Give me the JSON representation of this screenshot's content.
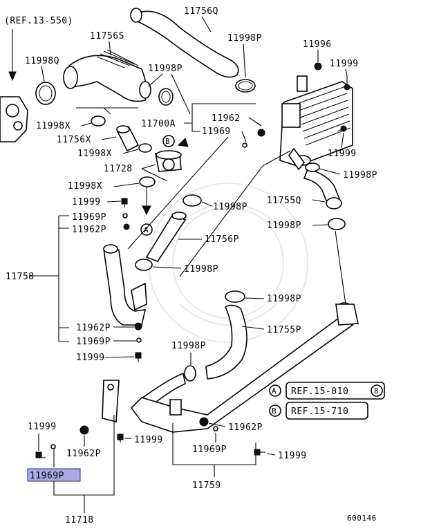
{
  "diagram": {
    "ref_top": "(REF.13-550)",
    "figure_number": "600146",
    "refs": [
      {
        "marker": "A",
        "text": "REF.15-010",
        "badge": "8"
      },
      {
        "marker": "B",
        "text": "REF.15-710"
      }
    ],
    "highlighted_label": "11969P",
    "labels": {
      "l11756Q": "11756Q",
      "l11756S": "11756S",
      "l11998Q": "11998Q",
      "l11998P_a": "11998P",
      "l11998P_b": "11998P",
      "l11996": "11996",
      "l11999_a": "11999",
      "l11998X_a": "11998X",
      "l11962_a": "11962",
      "l11700A": "11700A",
      "l11969_a": "11969",
      "l11756X": "11756X",
      "l11998X_b": "11998X",
      "l11999_b": "11999",
      "l11728": "11728",
      "l11998P_c": "11998P",
      "l11998X_c": "11998X",
      "l11999_c": "11999",
      "l11998P_d": "11998P",
      "l11755Q": "11755Q",
      "l11969P_a": "11969P",
      "l11962P_a": "11962P",
      "l11998P_e": "11998P",
      "l11756P": "11756P",
      "l11758": "11758",
      "l11998P_f": "11998P",
      "l11998P_g": "11998P",
      "l11755P": "11755P",
      "l11962P_b": "11962P",
      "l11969P_b": "11969P",
      "l11999_d": "11999",
      "l11998P_h": "11998P",
      "marker_A": "A",
      "marker_B": "B",
      "l11999_e": "11999",
      "l11962P_c": "11962P",
      "l11999_f": "11999",
      "l11962P_d": "11962P",
      "l11969P_c": "11969P",
      "l11999_g": "11999",
      "l11759": "11759",
      "l11718": "11718"
    }
  }
}
